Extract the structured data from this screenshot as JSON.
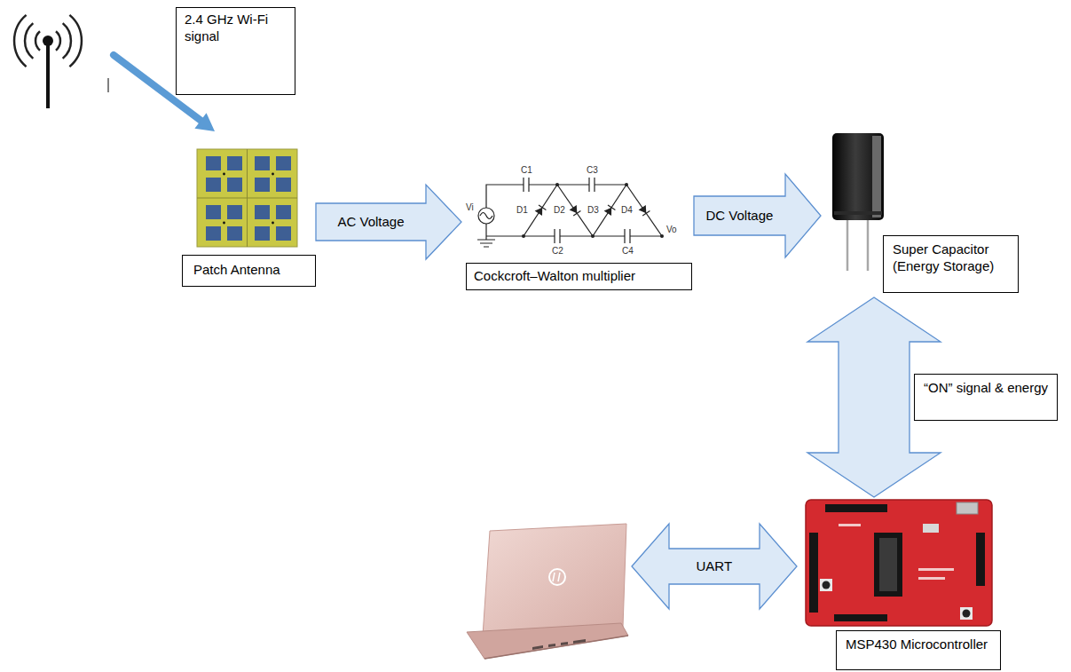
{
  "diagram": {
    "nodes": [
      {
        "text": [
          "2.4 GHz Wi-Fi signal"
        ]
      },
      {
        "text": [
          "Patch Antenna"
        ]
      },
      {
        "text": [
          "Cockcroft–Walton multiplier"
        ]
      },
      {
        "text": [
          "Super Capacitor (Energy Storage)"
        ]
      },
      {
        "text": [
          "MSP430 Microcontroller"
        ]
      }
    ],
    "edges": [
      {
        "from": 1,
        "to": 2,
        "arrow": "to",
        "label": "AC Voltage"
      },
      {
        "from": 2,
        "to": 3,
        "arrow": "to",
        "label": "DC Voltage"
      },
      {
        "from": 3,
        "to": 4,
        "arrow": "both",
        "label": "“ON” signal & energy"
      }
    ],
    "labels": [
      "Vi",
      "C1",
      "C3",
      "D1",
      "D2",
      "D3",
      "D4",
      "C2",
      "C4",
      "Vo",
      "UART"
    ]
  }
}
